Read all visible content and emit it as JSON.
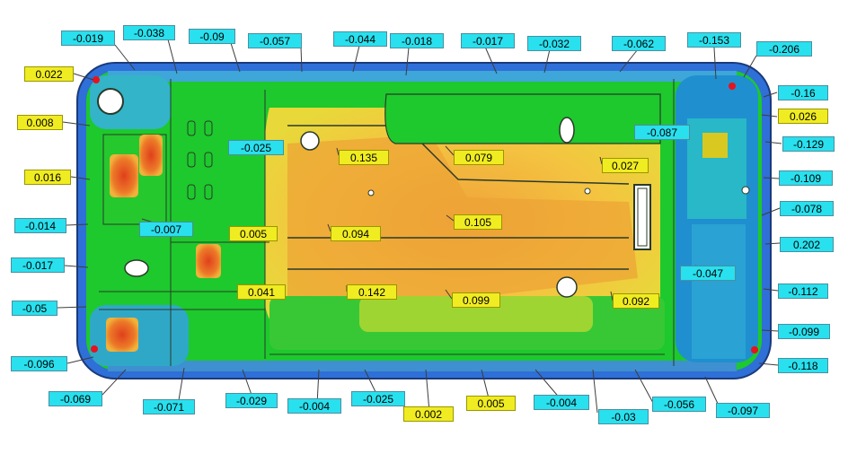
{
  "colors": {
    "negative_label": "#29e0ee",
    "positive_label": "#f0ec22"
  },
  "deviations": {
    "t01": "-0.019",
    "t02": "-0.038",
    "t03": "-0.09",
    "t04": "-0.057",
    "t05": "-0.044",
    "t06": "-0.018",
    "t07": "-0.017",
    "t08": "-0.032",
    "t09": "-0.062",
    "t10": "-0.153",
    "r01": "-0.206",
    "r02": "-0.16",
    "r03": "0.026",
    "r04": "-0.129",
    "r05": "-0.109",
    "r06": "-0.078",
    "r07": "0.202",
    "r08": "-0.112",
    "r09": "-0.099",
    "r10": "-0.118",
    "l01": "0.022",
    "l02": "0.008",
    "l03": "0.016",
    "l04": "-0.014",
    "l05": "-0.017",
    "l06": "-0.05",
    "l07": "-0.096",
    "b01": "-0.069",
    "b02": "-0.071",
    "b03": "-0.029",
    "b04": "-0.004",
    "b05": "-0.025",
    "b06": "0.002",
    "b07": "0.005",
    "b08": "-0.004",
    "b09": "-0.03",
    "b10": "-0.056",
    "b11": "-0.097",
    "i01": "-0.025",
    "i02": "0.135",
    "i03": "0.079",
    "i04": "-0.087",
    "i05": "0.027",
    "i06": "-0.007",
    "i07": "0.005",
    "i08": "0.094",
    "i09": "0.105",
    "i10": "-0.047",
    "i11": "0.041",
    "i12": "0.142",
    "i13": "0.099",
    "i14": "0.092"
  }
}
